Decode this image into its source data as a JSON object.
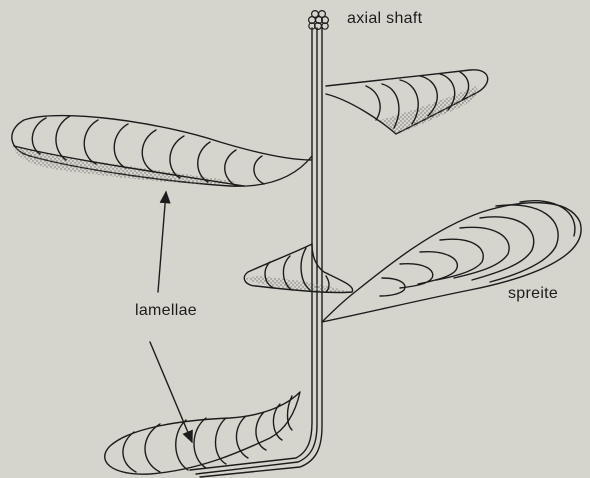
{
  "labels": {
    "axial_shaft": "axial shaft",
    "spreite": "spreite",
    "lamellae": "lamellae"
  },
  "colors": {
    "background": "#d6d5cd",
    "ink": "#1c1c1c",
    "stipple": "#8a8a86"
  }
}
